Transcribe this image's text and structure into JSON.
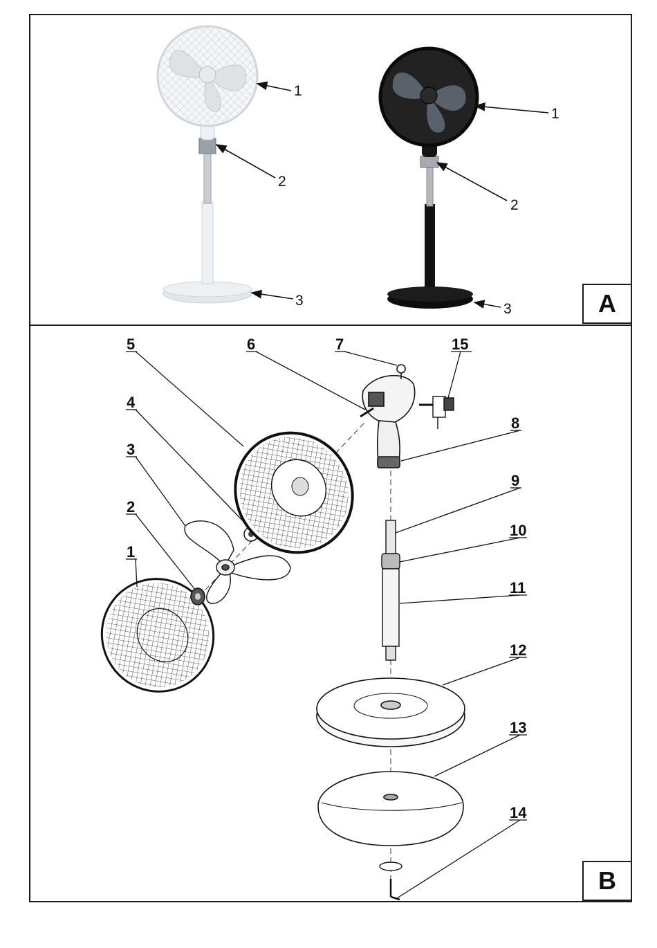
{
  "panel_a": {
    "letter": "A",
    "white_fan_callouts": [
      "1",
      "2",
      "3"
    ],
    "black_fan_callouts": [
      "1",
      "2",
      "3"
    ]
  },
  "panel_b": {
    "letter": "B",
    "part_numbers": [
      "1",
      "2",
      "3",
      "4",
      "5",
      "6",
      "7",
      "8",
      "9",
      "10",
      "11",
      "12",
      "13",
      "14",
      "15"
    ]
  },
  "colors": {
    "line": "#1a1a1a",
    "white_fan": "#e8ecef",
    "black_fan": "#141414",
    "blade_dark": "#59616b"
  }
}
